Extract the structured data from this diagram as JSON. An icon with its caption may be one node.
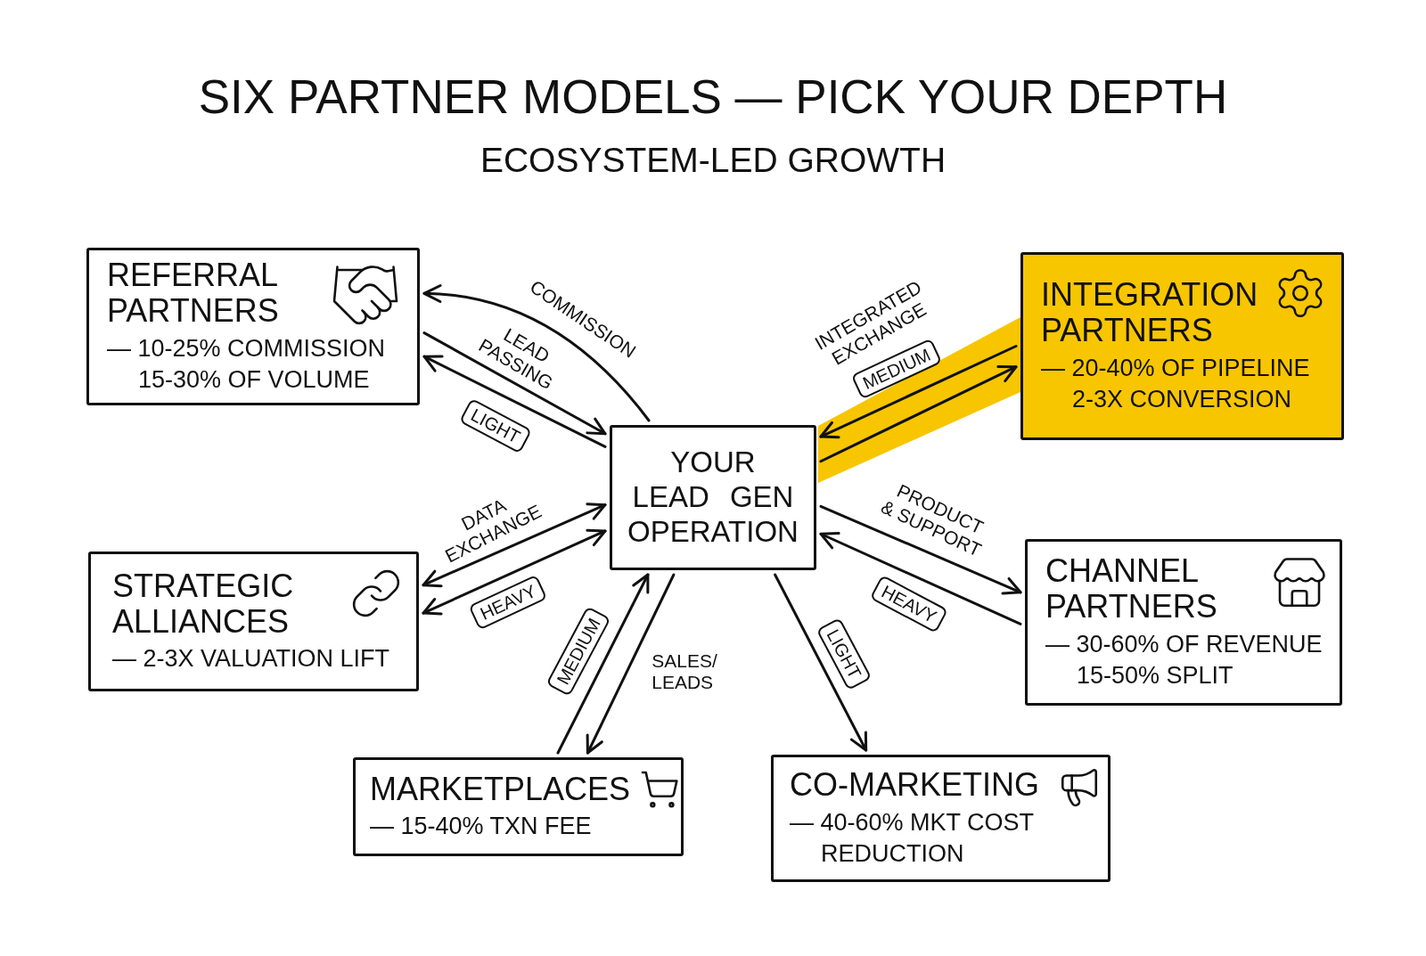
{
  "diagram": {
    "title": "SIX PARTNER MODELS — PICK YOUR DEPTH",
    "nodes": [
      {
        "text": [
          "REFERRAL PARTNERS",
          "— 10-25% COMMISSION",
          "15-30% OF VOLUME"
        ]
      },
      {
        "text": [
          "INTEGRATION PARTNERS",
          "— 20-40% OF PIPELINE",
          "2-3X CONVERSION"
        ]
      },
      {
        "text": [
          "YOUR LEAD GEN OPERATION"
        ]
      },
      {
        "text": [
          "STRATEGIC ALLIANCES",
          "— 2-3X VALUATION LIFT"
        ]
      },
      {
        "text": [
          "CHANNEL PARTNERS",
          "— 30-60% OF REVENUE",
          "15-50% SPLIT"
        ]
      },
      {
        "text": [
          "MARKETPLACES",
          "— 15-40% TXN FEE"
        ]
      },
      {
        "text": [
          "CO-MARKETING",
          "— 40-60% MKT COST REDUCTION"
        ]
      }
    ],
    "edges": [
      {
        "from": 2,
        "to": 0,
        "arrow": "to",
        "label": "COMMISSION"
      },
      {
        "from": 0,
        "to": 2,
        "arrow": "to",
        "label": "LEAD PASSING"
      },
      {
        "from": 2,
        "to": 0,
        "arrow": "to",
        "label": "LIGHT"
      },
      {
        "from": 1,
        "to": 2,
        "arrow": "to",
        "label": "INTEGRATED EXCHANGE"
      },
      {
        "from": 2,
        "to": 1,
        "arrow": "to",
        "label": "MEDIUM"
      },
      {
        "from": 3,
        "to": 2,
        "arrow": "both",
        "label": "DATA EXCHANGE"
      },
      {
        "from": 3,
        "to": 2,
        "arrow": "both",
        "label": "HEAVY"
      },
      {
        "from": 2,
        "to": 4,
        "arrow": "to",
        "label": "PRODUCT & SUPPORT"
      },
      {
        "from": 4,
        "to": 2,
        "arrow": "to",
        "label": "HEAVY"
      },
      {
        "from": 5,
        "to": 2,
        "arrow": "to",
        "label": "MEDIUM"
      },
      {
        "from": 2,
        "to": 5,
        "arrow": "to",
        "label": "SALES/ LEADS"
      },
      {
        "from": 2,
        "to": 6,
        "arrow": "to",
        "label": "LIGHT"
      }
    ],
    "labels": [
      "ECOSYSTEM-LED GROWTH"
    ]
  }
}
